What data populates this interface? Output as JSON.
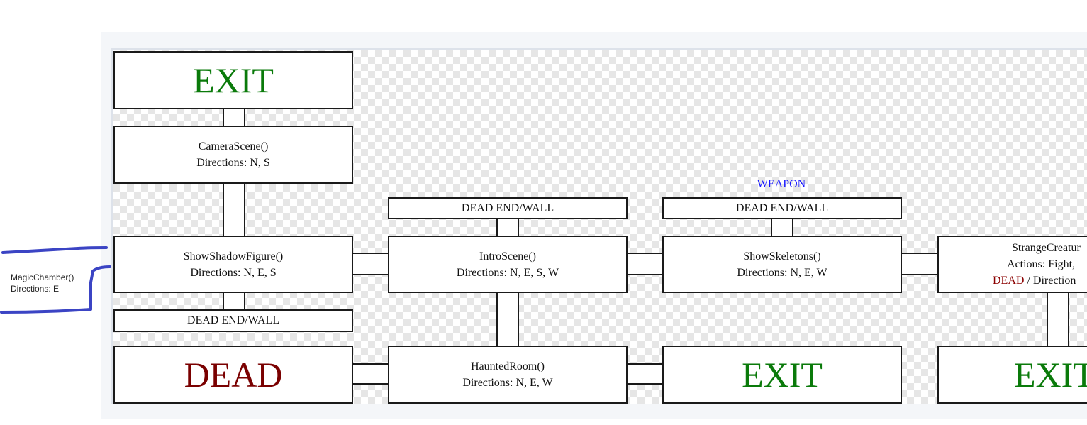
{
  "rooms": {
    "exit_top": {
      "label": "EXIT"
    },
    "camera_scene": {
      "line1": "CameraScene()",
      "line2": "Directions: N, S"
    },
    "show_shadow_figure": {
      "line1": "ShowShadowFigure()",
      "line2": "Directions: N, E, S"
    },
    "intro_scene": {
      "line1": "IntroScene()",
      "line2": "Directions: N, E, S, W"
    },
    "show_skeletons": {
      "line1": "ShowSkeletons()",
      "line2": "Directions: N, E, W"
    },
    "strange_creature": {
      "line1": "StrangeCreatur",
      "line2": "Actions: Fight,",
      "dead": "DEAD",
      "sep": " / ",
      "directions": "Direction"
    },
    "haunted_room": {
      "line1": "HauntedRoom()",
      "line2": "Directions: N, E, W"
    },
    "dead": {
      "label": "DEAD"
    },
    "exit_mid": {
      "label": "EXIT"
    },
    "exit_right": {
      "label": "EXIT"
    }
  },
  "walls": {
    "intro_north": "DEAD END/WALL",
    "skeletons_north": "DEAD END/WALL",
    "shadow_south": "DEAD END/WALL"
  },
  "weapon_label": "WEAPON",
  "side_note": {
    "line1": "MagicChamber()",
    "line2": "Directions: E"
  },
  "colors": {
    "exit": "#0a7a0a",
    "dead": "#7a0000",
    "weapon": "#1a1aff",
    "annotation": "#3b44c4"
  }
}
